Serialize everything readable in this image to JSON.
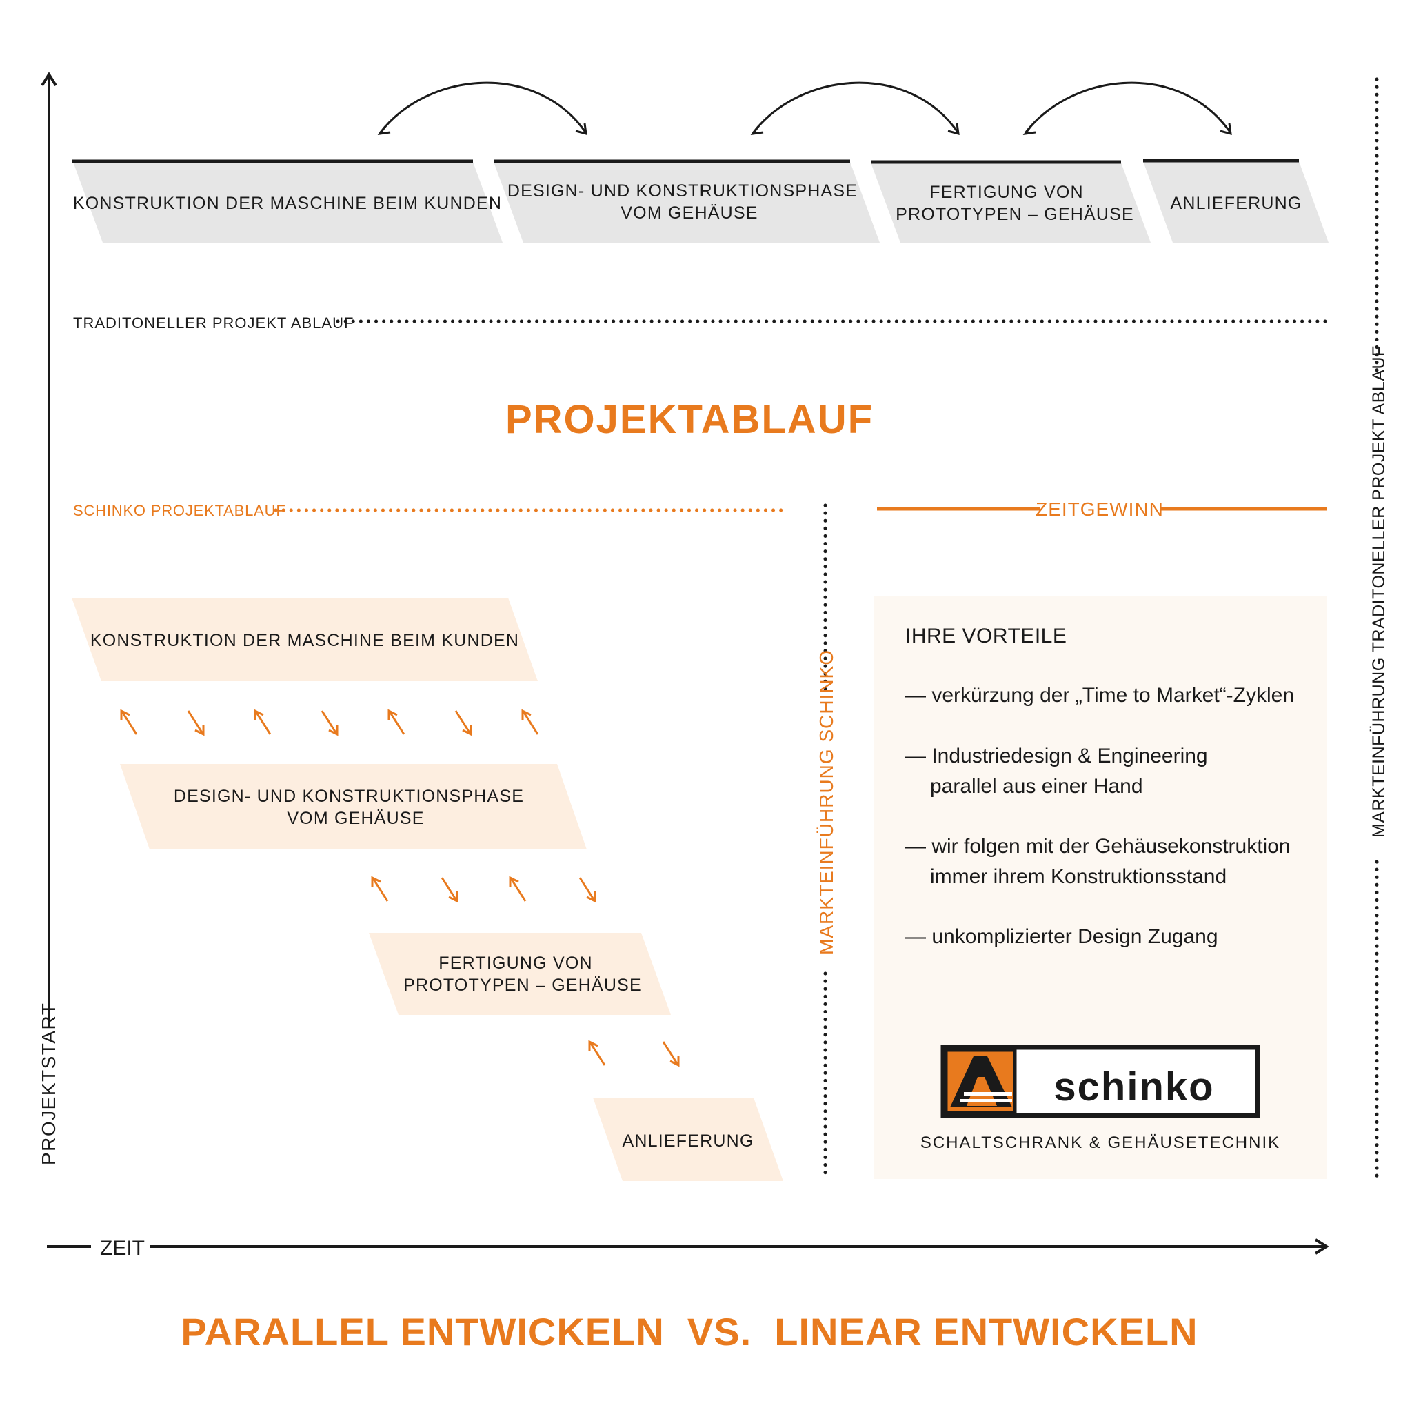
{
  "colors": {
    "accent": "#e87a1e",
    "dark": "#1a1a1a",
    "traditional_box": "#e6e6e6",
    "schinko_box": "#fdeee0",
    "advantages_panel": "#fdf8f2"
  },
  "axes": {
    "y_label": "PROJEKTSTART",
    "x_label": "ZEIT"
  },
  "traditional": {
    "label": "TRADITONELLER PROJEKT ABLAUF",
    "phases": [
      {
        "line1": "KONSTRUKTION DER MASCHINE BEIM KUNDEN",
        "line2": ""
      },
      {
        "line1": "DESIGN- UND KONSTRUKTIONSPHASE",
        "line2": "VOM GEHÄUSE"
      },
      {
        "line1": "FERTIGUNG VON",
        "line2": "PROTOTYPEN – GEHÄUSE"
      },
      {
        "line1": "ANLIEFERUNG",
        "line2": ""
      }
    ],
    "market_launch_label": "MARKTEINFÜHRUNG TRADITONELLER PROJEKT ABLAUF"
  },
  "title": "PROJEKTABLAUF",
  "schinko": {
    "label": "SCHINKO PROJEKTABLAUF",
    "phases": [
      {
        "line1": "KONSTRUKTION DER MASCHINE BEIM KUNDEN",
        "line2": ""
      },
      {
        "line1": "DESIGN- UND KONSTRUKTIONSPHASE",
        "line2": "VOM GEHÄUSE"
      },
      {
        "line1": "FERTIGUNG VON",
        "line2": "PROTOTYPEN – GEHÄUSE"
      },
      {
        "line1": "ANLIEFERUNG",
        "line2": ""
      }
    ],
    "market_launch_label": "MARKTEINFÜHRUNG SCHINKO"
  },
  "time_gain_label": "ZEITGEWINN",
  "advantages": {
    "title": "IHRE VORTEILE",
    "items": [
      {
        "line1": "— verkürzung der „Time to Market“-Zyklen",
        "line2": ""
      },
      {
        "line1": "— Industriedesign & Engineering",
        "line2": "parallel aus einer Hand"
      },
      {
        "line1": "— wir folgen mit der Gehäusekonstruktion",
        "line2": "immer ihrem Konstruktionsstand"
      },
      {
        "line1": "— unkomplizierter Design Zugang",
        "line2": ""
      }
    ]
  },
  "logo": {
    "name": "schinko",
    "tagline": "SCHALTSCHRANK & GEHÄUSETECHNIK"
  },
  "footer_title": "PARALLEL ENTWICKELN  VS.  LINEAR ENTWICKELN"
}
